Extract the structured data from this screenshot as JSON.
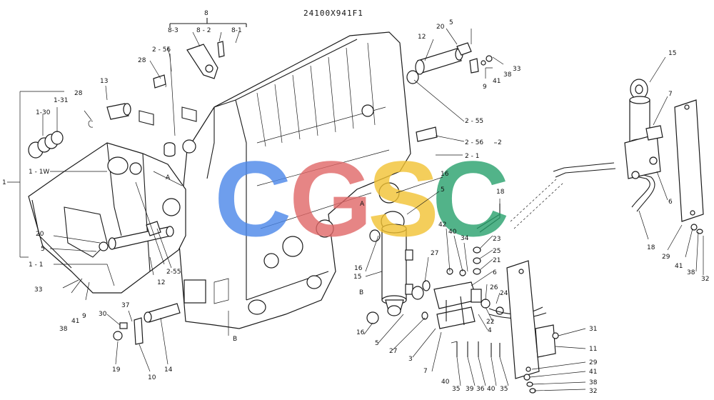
{
  "title": "24100X941F1",
  "watermark": {
    "letters": [
      {
        "char": "C",
        "color": "#4a86e8"
      },
      {
        "char": "G",
        "color": "#e06666"
      },
      {
        "char": "S",
        "color": "#f1c232"
      },
      {
        "char": "C",
        "color": "#27a06c"
      }
    ],
    "opacity": 0.8
  },
  "labels": {
    "l8": "8",
    "l8_3": "8-3",
    "l8_2": "8 - 2",
    "l8_1": "8-1",
    "l2_56a": "2 - 56",
    "l28a": "28",
    "l13": "13",
    "l28b": "28",
    "l1": "1",
    "l1_31": "1-31",
    "l1_30": "1-30",
    "l1_1W": "1 - 1W",
    "l1_1": "1 - 1",
    "l20a": "20",
    "l5a": "5",
    "l33a": "33",
    "l38a": "38",
    "l41a": "41",
    "l9a": "9",
    "l12a": "12",
    "l2_55a": "2-55",
    "l30": "30",
    "l37": "37",
    "l19": "19",
    "l10": "10",
    "l14": "14",
    "lA1": "A",
    "lA2": "A",
    "lB1": "B",
    "lB2": "B",
    "l5top": "5",
    "l20b": "20",
    "l12b": "12",
    "l33b": "33",
    "l38b": "38",
    "l41b": "41",
    "l9b": "9",
    "l2_55b": "2 - 55",
    "l2_56b": "2 - 56",
    "l2": "2",
    "l2_1": "2 - 1",
    "l16a": "16",
    "l5b": "5",
    "l16b": "16",
    "l15a": "15",
    "l16c": "16",
    "l5c": "5",
    "l27a": "27",
    "l27b": "27",
    "l3": "3",
    "l7a": "7",
    "l40a": "40",
    "l35a": "35",
    "l39": "39",
    "l36": "36",
    "l40b": "40",
    "l35b": "35",
    "l42": "42",
    "l40c": "40",
    "l34": "34",
    "l18a": "18",
    "l23": "23",
    "l25": "25",
    "l21": "21",
    "l6a": "6",
    "l26": "26",
    "l24": "24",
    "l22": "22",
    "l4": "4",
    "l31a": "31",
    "l11": "11",
    "l29a": "29",
    "l41c": "41",
    "l38c": "38",
    "l32a": "32",
    "l15b": "15",
    "l7b": "7",
    "l6b": "6",
    "l18b": "18",
    "l29b": "29",
    "l41d": "41",
    "l38d": "38",
    "l32b": "32"
  }
}
